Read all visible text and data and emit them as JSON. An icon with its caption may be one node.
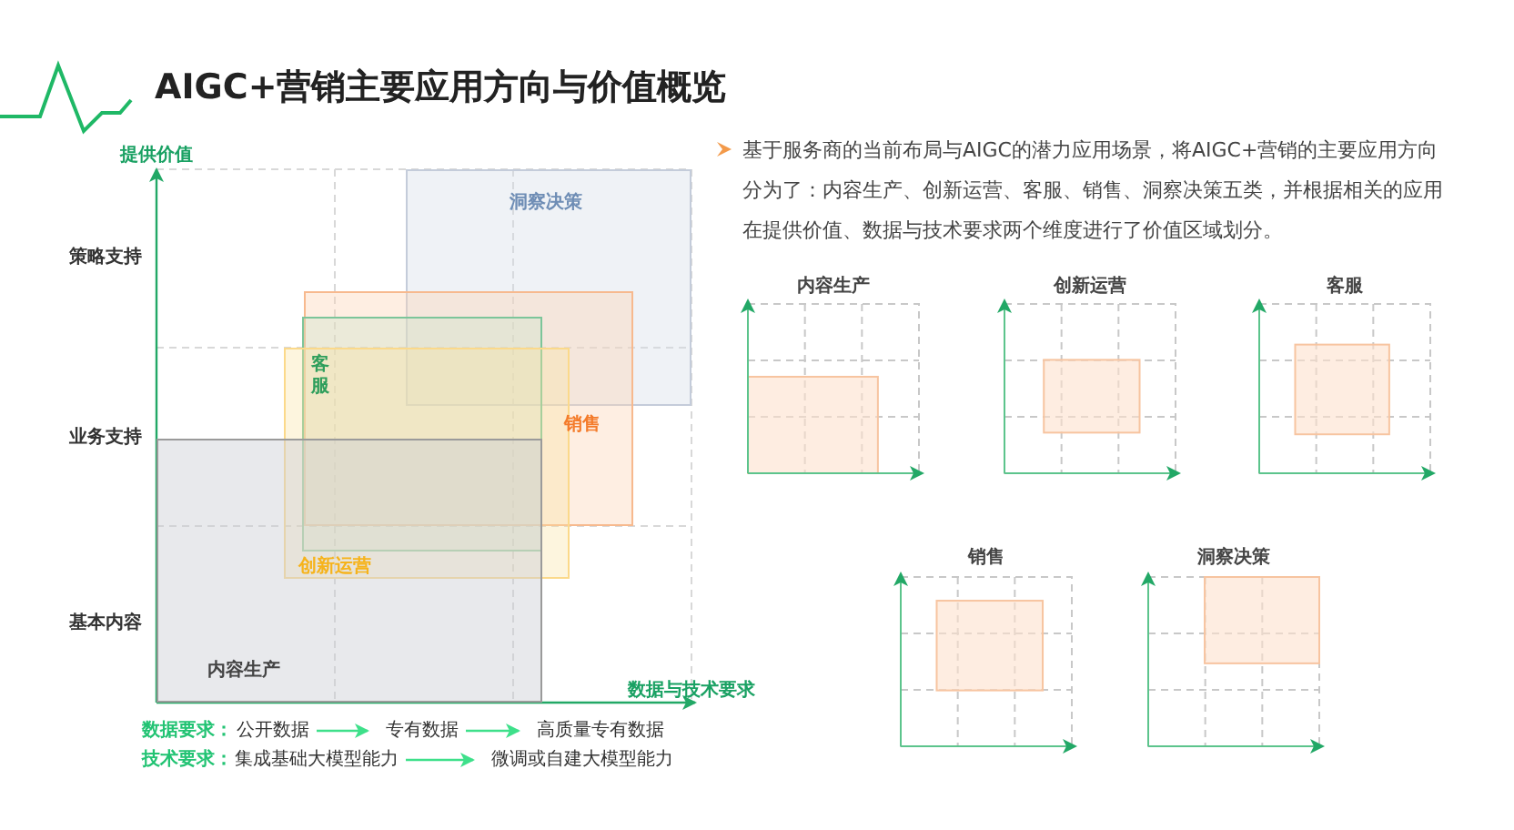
{
  "diagram": {
    "title": "AIGC+营销主要应用方向与价值概览",
    "nodes": [
      {
        "text": [
          "洞察决策"
        ]
      },
      {
        "text": [
          "销售"
        ]
      },
      {
        "text": [
          "客服"
        ]
      },
      {
        "text": [
          "创新运营"
        ]
      },
      {
        "text": [
          "内容生产"
        ]
      },
      {
        "text": [
          "公开数据"
        ]
      },
      {
        "text": [
          "专有数据"
        ]
      },
      {
        "text": [
          "高质量专有数据"
        ]
      },
      {
        "text": [
          "集成基础大模型能力"
        ]
      },
      {
        "text": [
          "微调或自建大模型能力"
        ]
      }
    ],
    "edges": [
      {
        "from": 5,
        "to": 6,
        "arrow": "to"
      },
      {
        "from": 6,
        "to": 7,
        "arrow": "to"
      },
      {
        "from": 8,
        "to": 9,
        "arrow": "to"
      }
    ],
    "labels": [
      "提供价值",
      "策略支持",
      "业务支持",
      "基本内容",
      "数据与技术要求",
      "数据要求：",
      "技术要求：",
      "基于服务商的当前布局与AIGC的潜力应用场景，将AIGC+营销的主要应用方向分为了：内容生产、创新运营、客服、销售、洞察决策五类，并根据相关的应用在提供价值、数据与技术要求两个维度进行了价值区域划分。",
      "内容生产",
      "创新运营",
      "客服",
      "销售",
      "洞察决策"
    ]
  }
}
